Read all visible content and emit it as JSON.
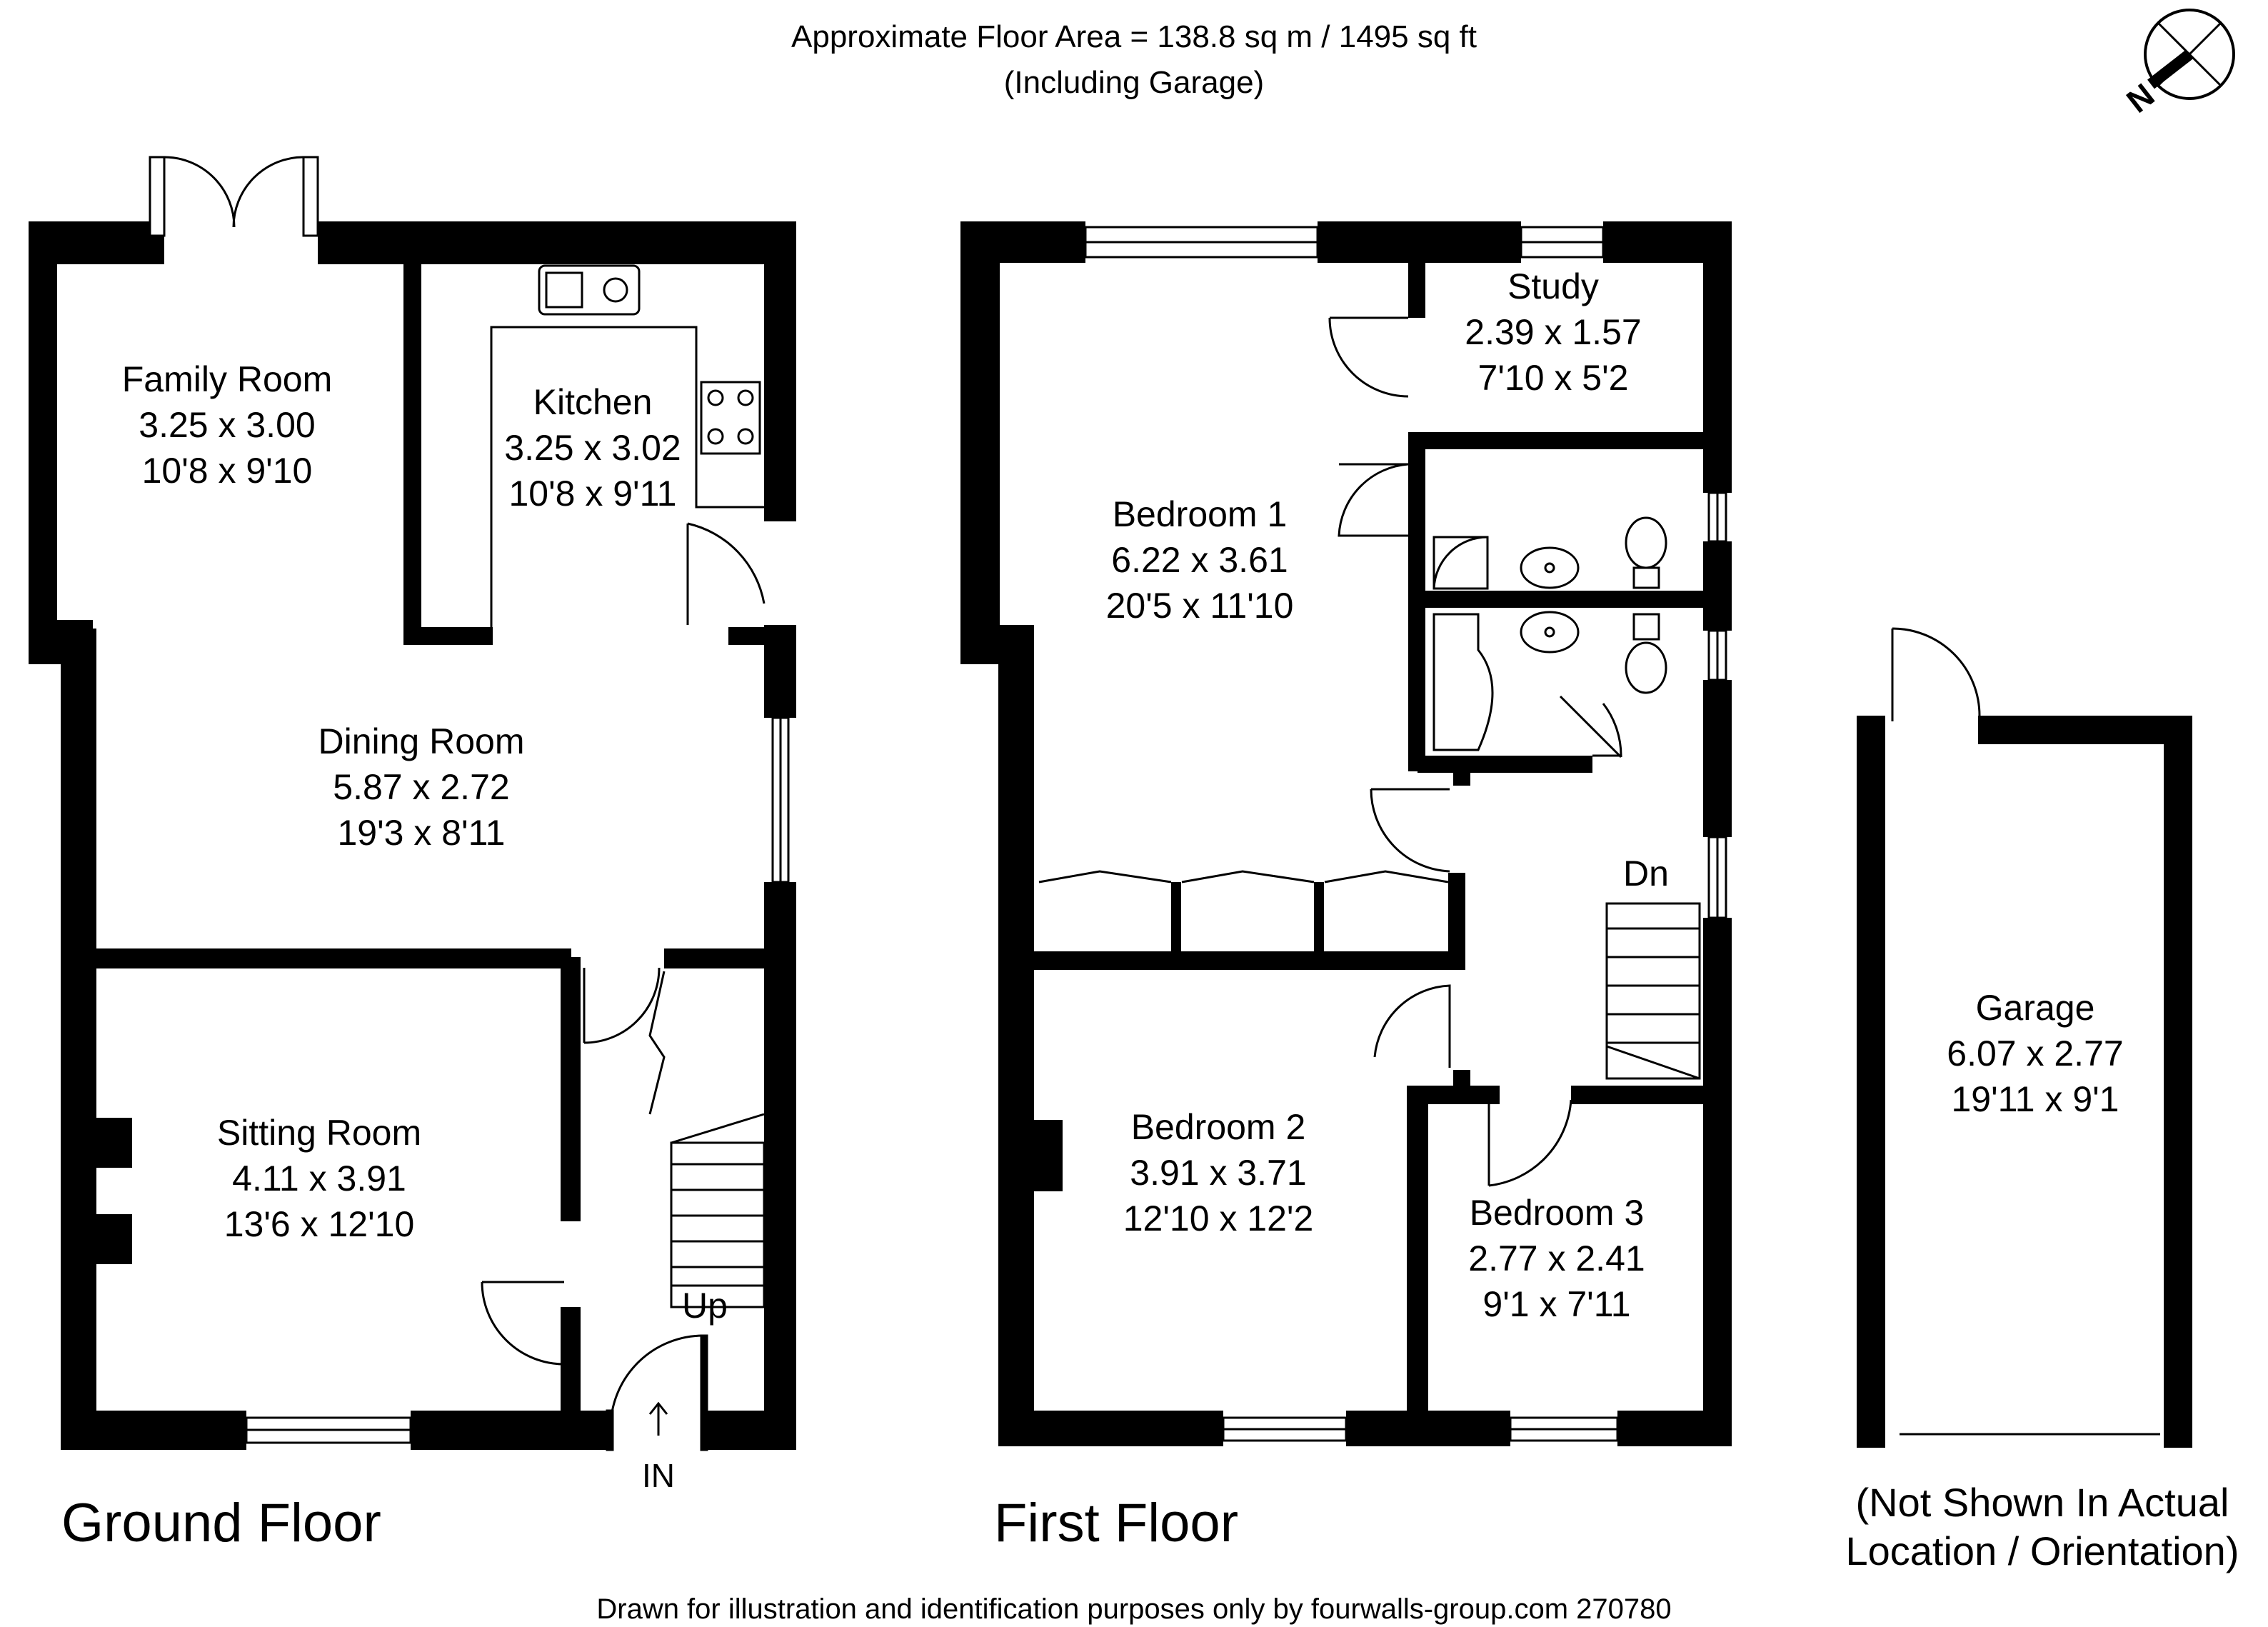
{
  "header": {
    "area_line": "Approximate Floor Area = 138.8 sq m / 1495 sq ft",
    "garage_note": "(Including Garage)"
  },
  "compass": {
    "icon": "north-arrow-icon",
    "label": "N"
  },
  "floors": [
    {
      "name": "Ground Floor",
      "rooms": [
        {
          "name": "Family Room",
          "metric": "3.25 x 3.00",
          "imperial": "10'8 x 9'10"
        },
        {
          "name": "Kitchen",
          "metric": "3.25 x 3.02",
          "imperial": "10'8 x 9'11"
        },
        {
          "name": "Dining Room",
          "metric": "5.87 x 2.72",
          "imperial": "19'3 x 8'11"
        },
        {
          "name": "Sitting Room",
          "metric": "4.11 x 3.91",
          "imperial": "13'6 x 12'10"
        }
      ],
      "stairs_label": "Up",
      "entrance_label": "IN"
    },
    {
      "name": "First Floor",
      "rooms": [
        {
          "name": "Study",
          "metric": "2.39 x 1.57",
          "imperial": "7'10 x 5'2"
        },
        {
          "name": "Bedroom 1",
          "metric": "6.22 x 3.61",
          "imperial": "20'5 x 11'10"
        },
        {
          "name": "Bedroom 2",
          "metric": "3.91 x 3.71",
          "imperial": "12'10 x 12'2"
        },
        {
          "name": "Bedroom 3",
          "metric": "2.77 x 2.41",
          "imperial": "9'1 x 7'11"
        }
      ],
      "stairs_label": "Dn"
    },
    {
      "rooms": [
        {
          "name": "Garage",
          "metric": "6.07 x 2.77",
          "imperial": "19'11 x 9'1"
        }
      ],
      "note_line1": "(Not Shown In Actual",
      "note_line2": "Location / Orientation)"
    }
  ],
  "footer": "Drawn for illustration and identification purposes only by fourwalls-group.com 270780"
}
